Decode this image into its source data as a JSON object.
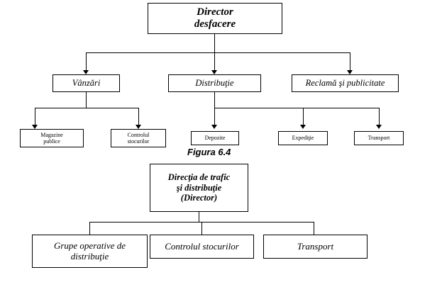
{
  "diagram": {
    "caption": "Figura 6.4",
    "chart_top": {
      "root": {
        "label": "Director\ndesfacere"
      },
      "level2": [
        {
          "label": "Vânzări"
        },
        {
          "label": "Distribuţie"
        },
        {
          "label": "Reclamă şi publicitate"
        }
      ],
      "level3": [
        {
          "label": "Magazine\npublice"
        },
        {
          "label": "Controlul\nstocurilor"
        },
        {
          "label": "Depozite"
        },
        {
          "label": "Expediţie"
        },
        {
          "label": "Transport"
        }
      ]
    },
    "chart_bottom": {
      "root": {
        "label": "Direcţia de trafic\nşi distribuţie\n(Director)"
      },
      "children": [
        {
          "label": "Grupe operative de\ndistribuţie"
        },
        {
          "label": "Controlul stocurilor"
        },
        {
          "label": "Transport"
        }
      ]
    }
  }
}
